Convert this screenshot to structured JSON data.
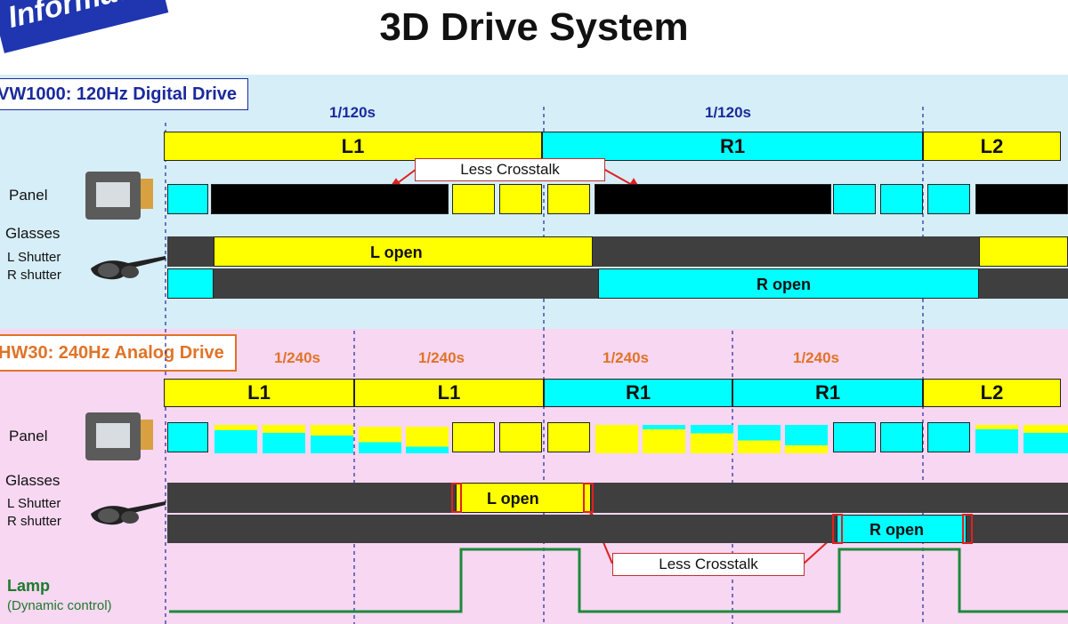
{
  "title": "3D Drive System",
  "tag": "Information",
  "vw": {
    "header": "VW1000: 120Hz Digital Drive",
    "periods": [
      "1/120s",
      "1/120s"
    ],
    "frames": [
      "L1",
      "R1",
      "L2"
    ],
    "callout": "Less Crosstalk",
    "panel_label": "Panel",
    "glasses_label": "Glasses",
    "l_shutter": "L Shutter",
    "r_shutter": "R shutter",
    "l_open": "L  open",
    "r_open": "R  open"
  },
  "hw": {
    "header": "HW30: 240Hz Analog Drive",
    "periods": [
      "1/240s",
      "1/240s",
      "1/240s",
      "1/240s"
    ],
    "frames": [
      "L1",
      "L1",
      "R1",
      "R1",
      "L2"
    ],
    "callout": "Less Crosstalk",
    "panel_label": "Panel",
    "glasses_label": "Glasses",
    "l_shutter": "L Shutter",
    "r_shutter": "R shutter",
    "l_open": "L  open",
    "r_open": "R  open",
    "lamp_label": "Lamp",
    "lamp_sub": "(Dynamic  control)"
  },
  "colors": {
    "left_eye": "#ffff00",
    "right_eye": "#00ffff",
    "closed": "#3f3f3f",
    "highlight": "#e02020",
    "lamp": "#1c8a3a"
  },
  "icons": [
    "panel-chip-icon",
    "3d-glasses-icon"
  ]
}
